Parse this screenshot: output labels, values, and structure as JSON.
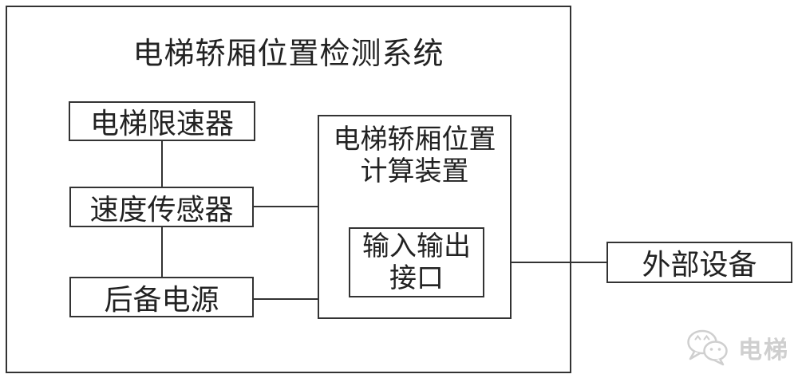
{
  "title": "电梯轿厢位置检测系统",
  "nodes": {
    "governor": "电梯限速器",
    "speed_sensor": "速度传感器",
    "backup_power": "后备电源",
    "calc_device_line1": "电梯轿厢位置",
    "calc_device_line2": "计算装置",
    "io_line1": "输入输出",
    "io_line2": "接口",
    "external_device": "外部设备"
  },
  "connections": [
    {
      "from": "governor",
      "to": "speed_sensor"
    },
    {
      "from": "speed_sensor",
      "to": "backup_power"
    },
    {
      "from": "speed_sensor",
      "to": "calc_device"
    },
    {
      "from": "backup_power",
      "to": "calc_device"
    },
    {
      "from": "io_interface",
      "to": "external_device"
    }
  ],
  "watermark": {
    "text": "电梯",
    "icon": "wechat-chat-bubbles-icon"
  },
  "colors": {
    "line": "#333333",
    "text": "#222222",
    "watermark": "#cfcfcf",
    "background": "#ffffff"
  }
}
